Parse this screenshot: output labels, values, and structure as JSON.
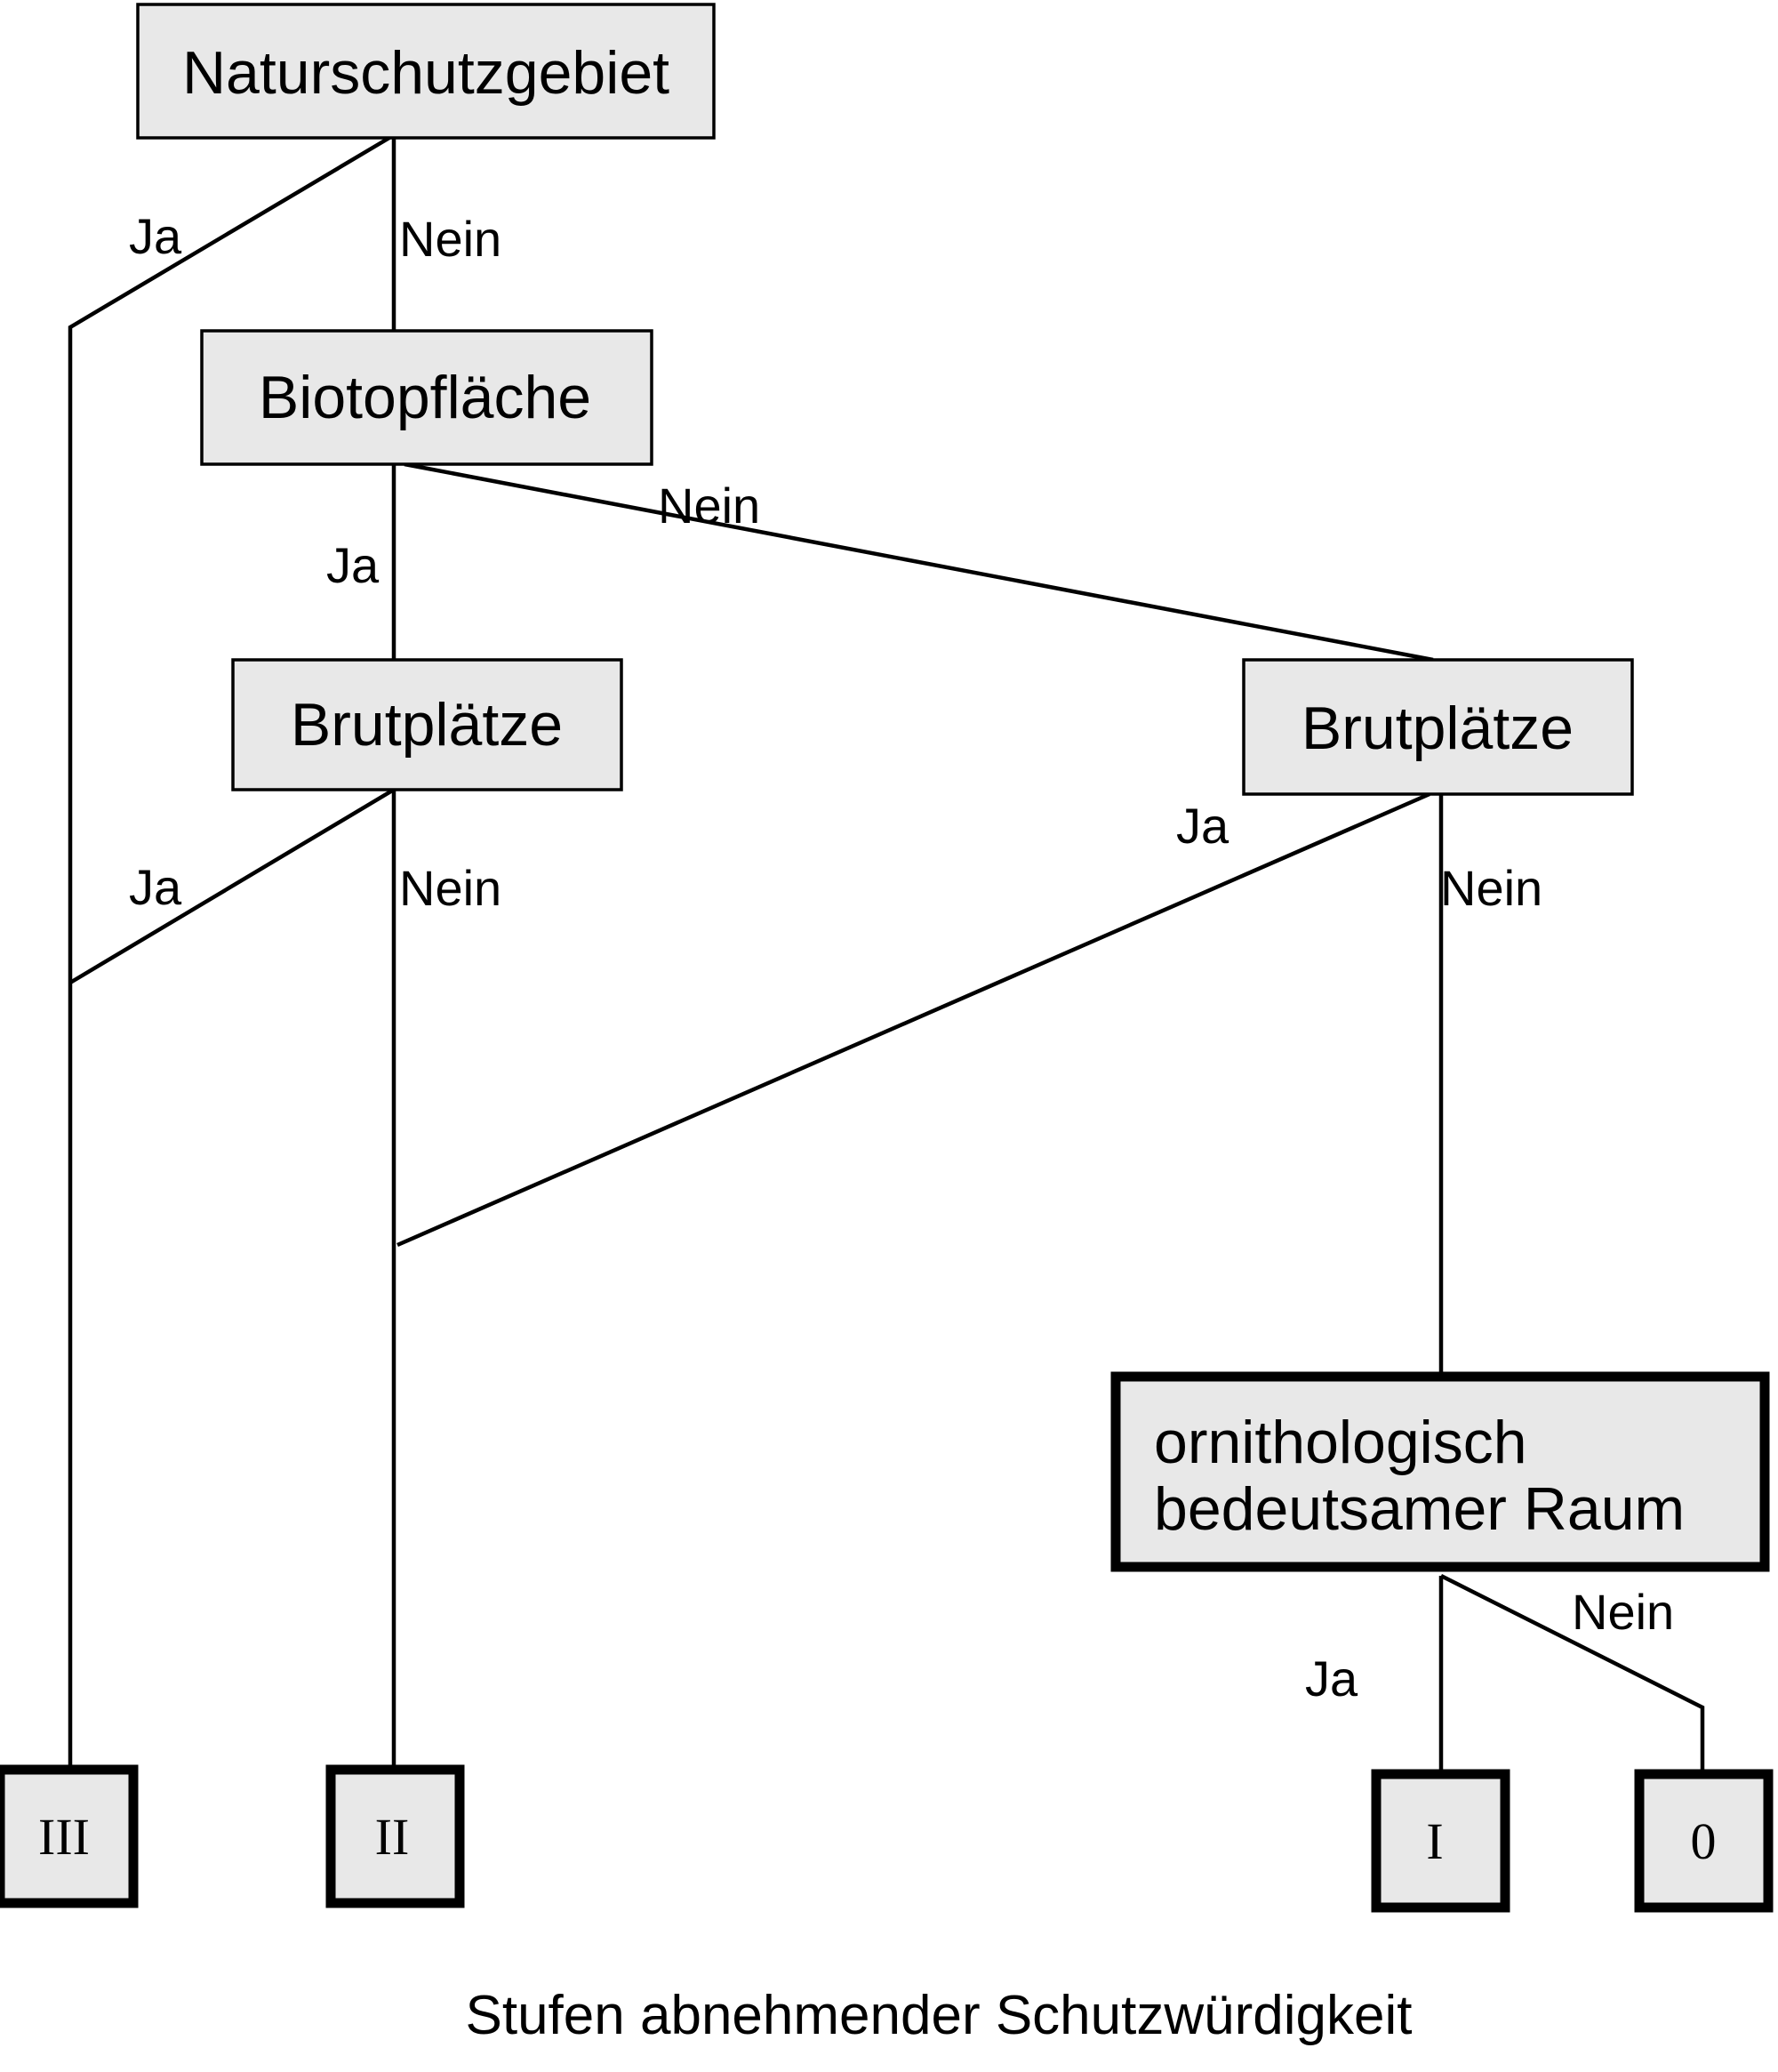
{
  "nodes": {
    "naturschutzgebiet": "Naturschutzgebiet",
    "biotopflaeche": "Biotopfläche",
    "brutplaetze_left": "Brutplätze",
    "brutplaetze_right": "Brutplätze",
    "ornithologisch_line1": "ornithologisch",
    "ornithologisch_line2": "bedeutsamer Raum"
  },
  "edges": {
    "natur_ja": "Ja",
    "natur_nein": "Nein",
    "biotop_ja": "Ja",
    "biotop_nein": "Nein",
    "brut_left_ja": "Ja",
    "brut_left_nein": "Nein",
    "brut_right_ja": "Ja",
    "brut_right_nein": "Nein",
    "orni_ja": "Ja",
    "orni_nein": "Nein"
  },
  "leaves": {
    "level_iii": "III",
    "level_ii": "II",
    "level_i": "I",
    "level_0": "0"
  },
  "caption": "Stufen abnehmender Schutzwürdigkeit"
}
